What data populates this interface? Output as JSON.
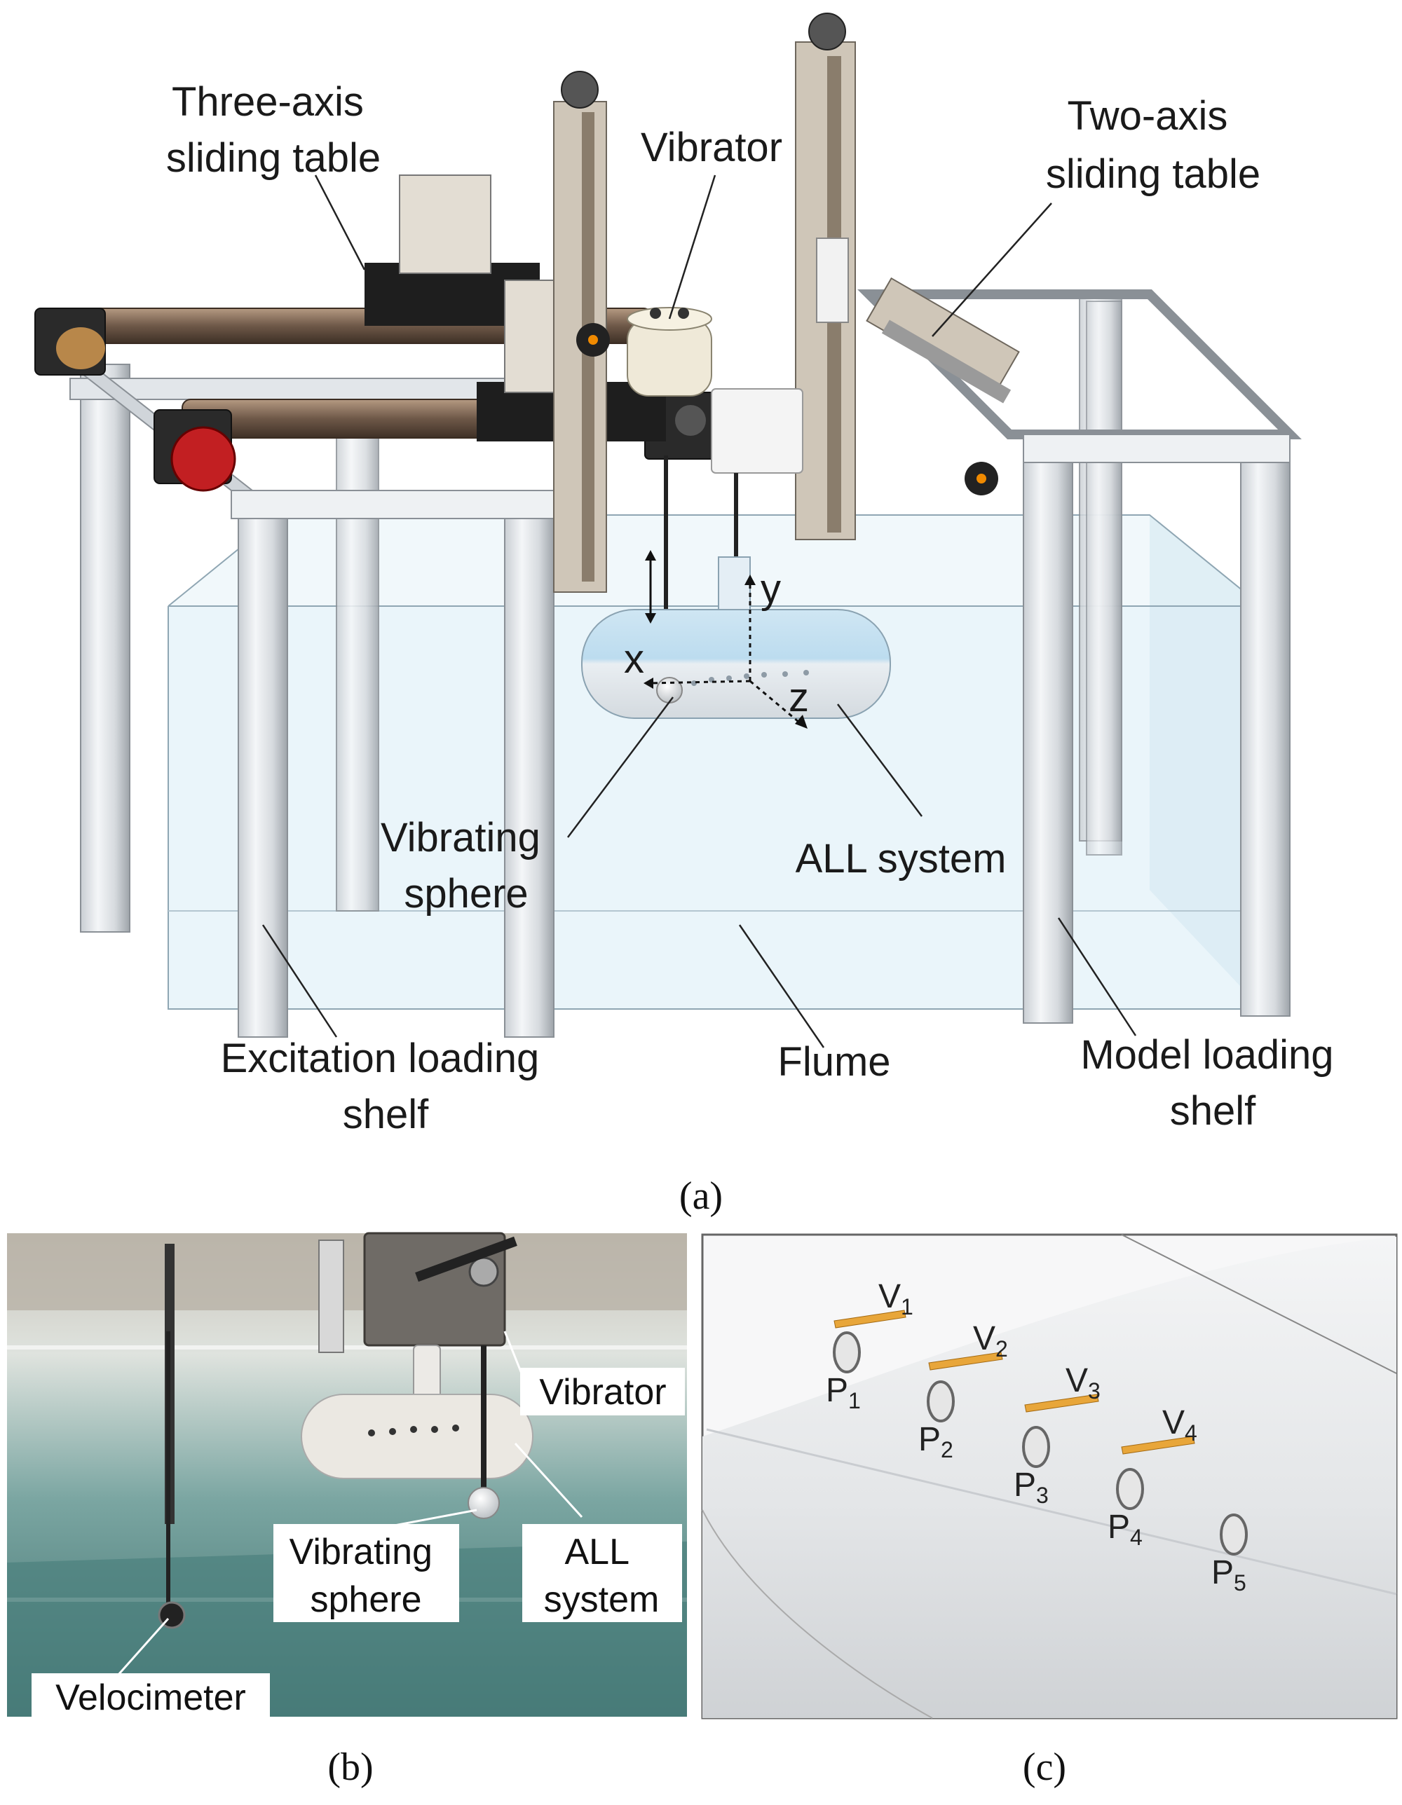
{
  "panel_a": {
    "caption": "(a)",
    "labels": {
      "three_axis": [
        "Three-axis",
        "sliding table"
      ],
      "vibrator": "Vibrator",
      "two_axis": [
        "Two-axis",
        "sliding table"
      ],
      "vibrating_sphere": [
        "Vibrating",
        "sphere"
      ],
      "all_system": "ALL system",
      "excitation_shelf": [
        "Excitation loading",
        "shelf"
      ],
      "flume": "Flume",
      "model_shelf": [
        "Model loading",
        "shelf"
      ]
    },
    "axes": {
      "x": "x",
      "y": "y",
      "z": "z"
    }
  },
  "panel_b": {
    "caption": "(b)",
    "labels": {
      "vibrator": "Vibrator",
      "all_system": [
        "ALL",
        "system"
      ],
      "vibrating_sphere": [
        "Vibrating",
        "sphere"
      ],
      "velocimeter": "Velocimeter"
    }
  },
  "panel_c": {
    "caption": "(c)",
    "velocity_sensors": [
      {
        "base": "V",
        "sub": "1"
      },
      {
        "base": "V",
        "sub": "2"
      },
      {
        "base": "V",
        "sub": "3"
      },
      {
        "base": "V",
        "sub": "4"
      }
    ],
    "pressure_sensors": [
      {
        "base": "P",
        "sub": "1"
      },
      {
        "base": "P",
        "sub": "2"
      },
      {
        "base": "P",
        "sub": "3"
      },
      {
        "base": "P",
        "sub": "4"
      },
      {
        "base": "P",
        "sub": "5"
      }
    ]
  }
}
